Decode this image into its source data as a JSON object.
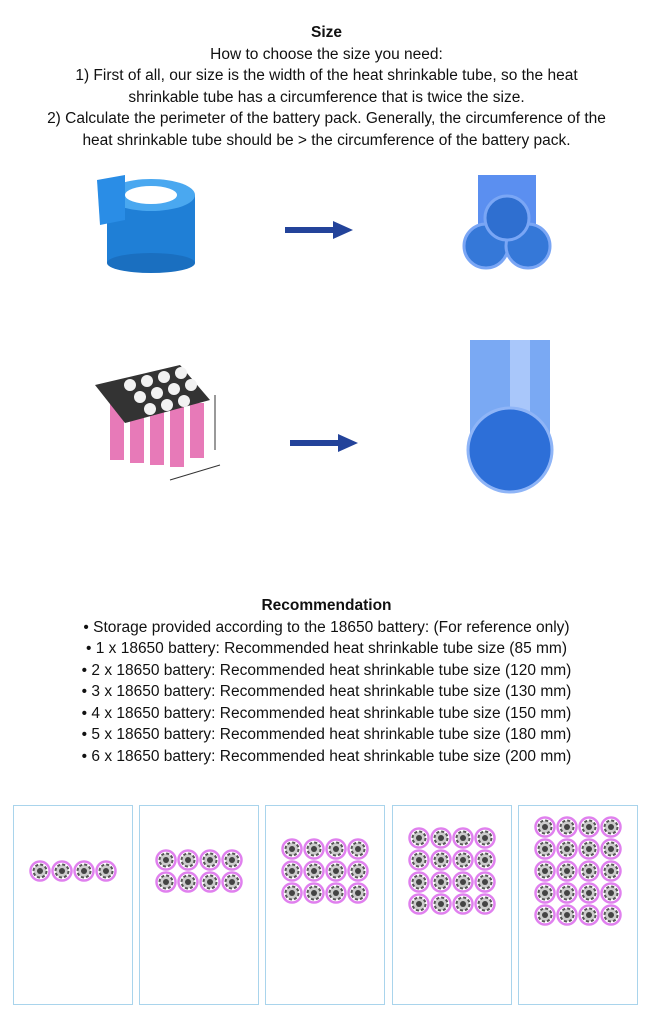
{
  "size_section": {
    "title": "Size",
    "lines": [
      "How to choose the size you need:",
      "1) First of all, our size is the width of the heat shrinkable tube, so the heat",
      "shrinkable tube has a circumference that is twice the size.",
      "2) Calculate the perimeter of the battery pack. Generally, the circumference of the",
      "heat shrinkable tube should be > the circumference of the battery pack."
    ]
  },
  "recommendation": {
    "title": "Recommendation",
    "lines": [
      "• Storage provided according to the 18650 battery: (For reference only)",
      "• 1 x 18650 battery: Recommended heat shrinkable tube size (85 mm)",
      "• 2 x 18650 battery: Recommended heat shrinkable tube size (120 mm)",
      "• 3 x 18650 battery: Recommended heat shrinkable tube size (130 mm)",
      "• 4 x 18650 battery: Recommended heat shrinkable tube size (150 mm)",
      "• 5 x 18650 battery: Recommended heat shrinkable tube size (180 mm)",
      "• 6 x 18650 battery: Recommended heat shrinkable tube size (200 mm)"
    ]
  },
  "layouts": [
    {
      "rows": 1,
      "cols": 4
    },
    {
      "rows": 2,
      "cols": 4
    },
    {
      "rows": 3,
      "cols": 4
    },
    {
      "rows": 4,
      "cols": 4
    },
    {
      "rows": 5,
      "cols": 4
    }
  ],
  "colors": {
    "tube": "#2f8fe0",
    "arrow": "#23439a",
    "cell_ring": "#e080ee",
    "box_border": "#a9d4ec"
  }
}
